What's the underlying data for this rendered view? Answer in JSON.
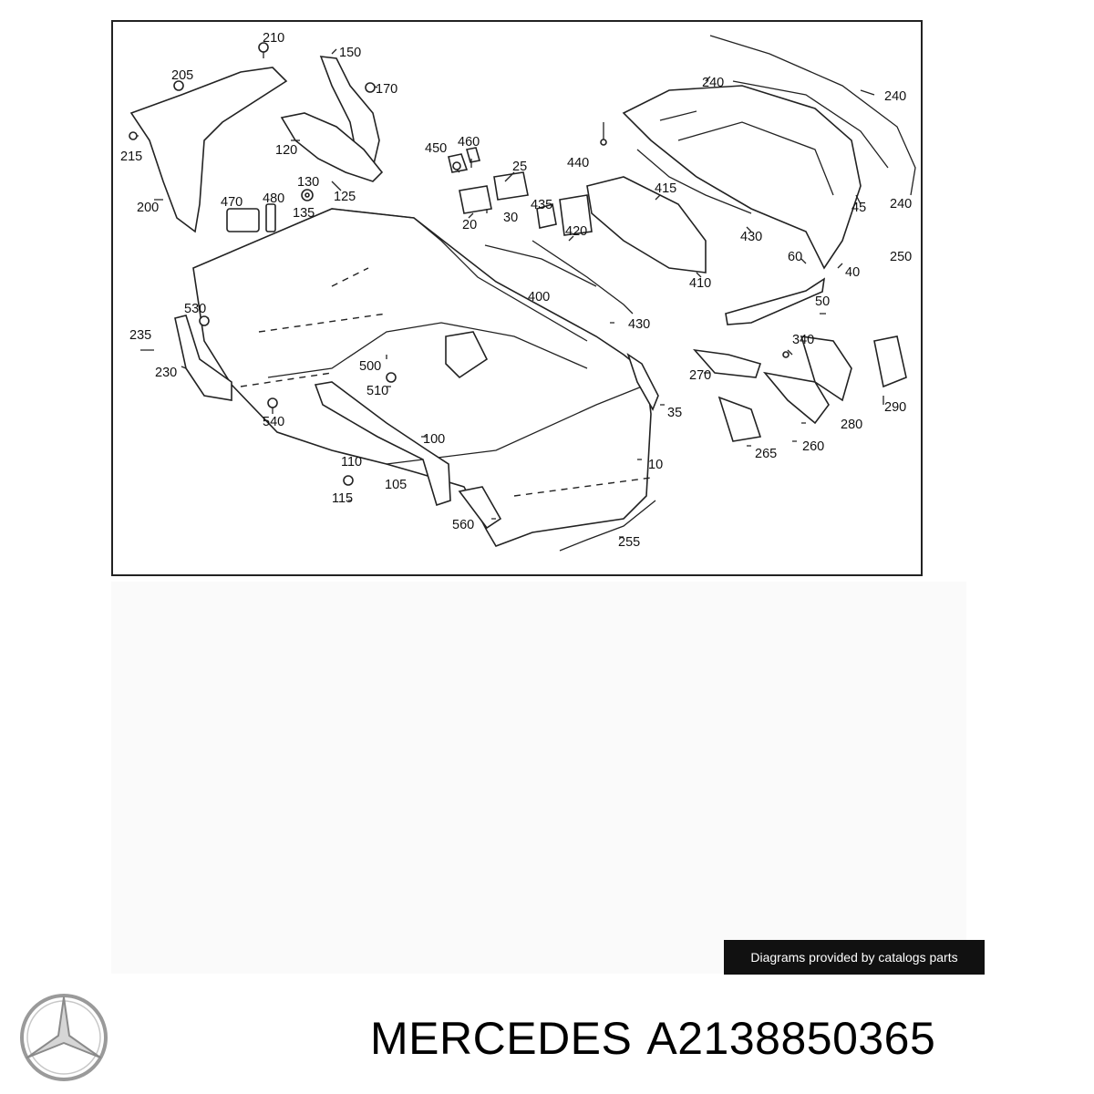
{
  "callouts": [
    {
      "id": "c210",
      "text": "210"
    },
    {
      "id": "c205",
      "text": "205"
    },
    {
      "id": "c150",
      "text": "150"
    },
    {
      "id": "c170",
      "text": "170"
    },
    {
      "id": "c215",
      "text": "215"
    },
    {
      "id": "c120",
      "text": "120"
    },
    {
      "id": "c200",
      "text": "200"
    },
    {
      "id": "c470",
      "text": "470"
    },
    {
      "id": "c480",
      "text": "480"
    },
    {
      "id": "c130",
      "text": "130"
    },
    {
      "id": "c125",
      "text": "125"
    },
    {
      "id": "c135",
      "text": "135"
    },
    {
      "id": "c450",
      "text": "450"
    },
    {
      "id": "c460",
      "text": "460"
    },
    {
      "id": "c25",
      "text": "25"
    },
    {
      "id": "c440",
      "text": "440"
    },
    {
      "id": "c240a",
      "text": "240"
    },
    {
      "id": "c240b",
      "text": "240"
    },
    {
      "id": "c240c",
      "text": "240"
    },
    {
      "id": "c45",
      "text": "45"
    },
    {
      "id": "c20",
      "text": "20"
    },
    {
      "id": "c30",
      "text": "30"
    },
    {
      "id": "c435",
      "text": "435"
    },
    {
      "id": "c420",
      "text": "420"
    },
    {
      "id": "c415",
      "text": "415"
    },
    {
      "id": "c430a",
      "text": "430"
    },
    {
      "id": "c250",
      "text": "250"
    },
    {
      "id": "c60",
      "text": "60"
    },
    {
      "id": "c40",
      "text": "40"
    },
    {
      "id": "c410",
      "text": "410"
    },
    {
      "id": "c400",
      "text": "400"
    },
    {
      "id": "c530",
      "text": "530"
    },
    {
      "id": "c430b",
      "text": "430"
    },
    {
      "id": "c50",
      "text": "50"
    },
    {
      "id": "c235",
      "text": "235"
    },
    {
      "id": "c340",
      "text": "340"
    },
    {
      "id": "c230",
      "text": "230"
    },
    {
      "id": "c500",
      "text": "500"
    },
    {
      "id": "c270",
      "text": "270"
    },
    {
      "id": "c290",
      "text": "290"
    },
    {
      "id": "c510",
      "text": "510"
    },
    {
      "id": "c35",
      "text": "35"
    },
    {
      "id": "c540",
      "text": "540"
    },
    {
      "id": "c280",
      "text": "280"
    },
    {
      "id": "c100",
      "text": "100"
    },
    {
      "id": "c260",
      "text": "260"
    },
    {
      "id": "c265",
      "text": "265"
    },
    {
      "id": "c110",
      "text": "110"
    },
    {
      "id": "c10",
      "text": "10"
    },
    {
      "id": "c105",
      "text": "105"
    },
    {
      "id": "c115",
      "text": "115"
    },
    {
      "id": "c560",
      "text": "560"
    },
    {
      "id": "c255",
      "text": "255"
    }
  ],
  "credit": "Diagrams provided by catalogs parts",
  "brand": "MERCEDES",
  "part_number": "A2138850365",
  "logo_icon": "mercedes-star-icon",
  "colors": {
    "line": "#222222",
    "credit_bg": "#111111",
    "credit_text": "#ffffff"
  }
}
